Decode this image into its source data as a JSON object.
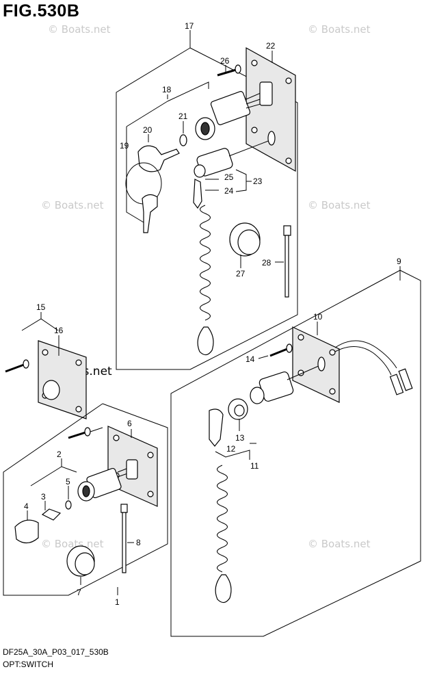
{
  "figure": {
    "title": "FIG.530B",
    "footer_code": "DF25A_30A_P03_017_530B",
    "footer_name": "OPT:SWITCH",
    "watermark": "© Boats.net"
  },
  "callouts": [
    "1",
    "2",
    "3",
    "4",
    "5",
    "6",
    "7",
    "8",
    "9",
    "10",
    "11",
    "12",
    "13",
    "14",
    "15",
    "16",
    "17",
    "18",
    "19",
    "20",
    "21",
    "22",
    "23",
    "24",
    "25",
    "26",
    "27",
    "28"
  ]
}
